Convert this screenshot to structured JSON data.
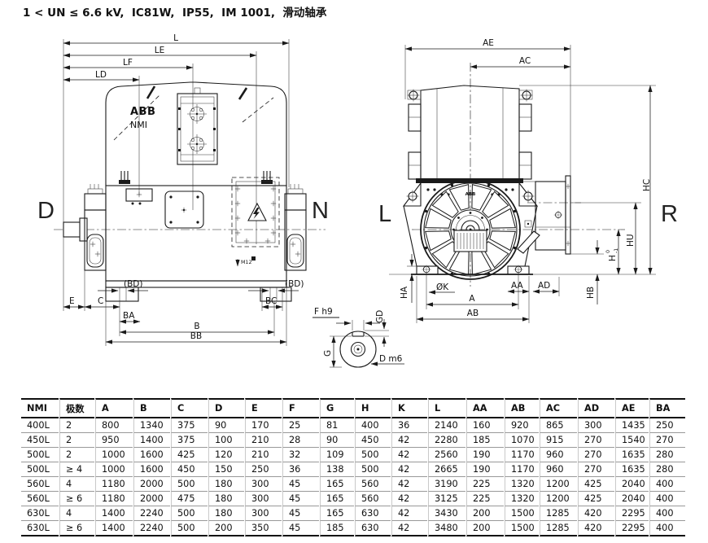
{
  "title": "1 < UN ≤ 6.6 kV,  IC81W,  IP55,  IM 1001,  滑动轴承",
  "drawing": {
    "side": {
      "brand": "ABB",
      "model": "NMI",
      "l": "L",
      "le": "LE",
      "lf": "LF",
      "ld": "LD",
      "d_end": "D",
      "n_end": "N",
      "bd": "(BD)",
      "e": "E",
      "c": "C",
      "ba": "BA",
      "b": "B",
      "bb": "BB",
      "bc": "BC",
      "m12": "M12"
    },
    "end": {
      "ae": "AE",
      "ac": "AC",
      "hc": "HC",
      "hu": "HU",
      "h": "H",
      "h_tol_upper": "0",
      "h_tol_lower": "-1",
      "l_side": "L",
      "r_side": "R",
      "ha": "HA",
      "k": "ØK",
      "a": "A",
      "ab": "AB",
      "aa": "AA",
      "ad": "AD",
      "hb": "HB",
      "brand_small": "ABB"
    },
    "shaft_detail": {
      "f": "F h9",
      "gd": "GD",
      "g": "G",
      "d": "D m6"
    }
  },
  "table": {
    "columns": [
      "NMI",
      "极数",
      "A",
      "B",
      "C",
      "D",
      "E",
      "F",
      "G",
      "H",
      "K",
      "L",
      "AA",
      "AB",
      "AC",
      "AD",
      "AE",
      "BA"
    ],
    "rows": [
      [
        "400L",
        "2",
        "800",
        "1340",
        "375",
        "90",
        "170",
        "25",
        "81",
        "400",
        "36",
        "2140",
        "160",
        "920",
        "865",
        "300",
        "1435",
        "250"
      ],
      [
        "450L",
        "2",
        "950",
        "1400",
        "375",
        "100",
        "210",
        "28",
        "90",
        "450",
        "42",
        "2280",
        "185",
        "1070",
        "915",
        "270",
        "1540",
        "270"
      ],
      [
        "500L",
        "2",
        "1000",
        "1600",
        "425",
        "120",
        "210",
        "32",
        "109",
        "500",
        "42",
        "2560",
        "190",
        "1170",
        "960",
        "270",
        "1635",
        "280"
      ],
      [
        "500L",
        "≥ 4",
        "1000",
        "1600",
        "450",
        "150",
        "250",
        "36",
        "138",
        "500",
        "42",
        "2665",
        "190",
        "1170",
        "960",
        "270",
        "1635",
        "280"
      ],
      [
        "560L",
        "4",
        "1180",
        "2000",
        "500",
        "180",
        "300",
        "45",
        "165",
        "560",
        "42",
        "3190",
        "225",
        "1320",
        "1200",
        "425",
        "2040",
        "400"
      ],
      [
        "560L",
        "≥ 6",
        "1180",
        "2000",
        "475",
        "180",
        "300",
        "45",
        "165",
        "560",
        "42",
        "3125",
        "225",
        "1320",
        "1200",
        "425",
        "2040",
        "400"
      ],
      [
        "630L",
        "4",
        "1400",
        "2240",
        "500",
        "180",
        "300",
        "45",
        "165",
        "630",
        "42",
        "3430",
        "200",
        "1500",
        "1285",
        "420",
        "2295",
        "400"
      ],
      [
        "630L",
        "≥ 6",
        "1400",
        "2240",
        "500",
        "200",
        "350",
        "45",
        "185",
        "630",
        "42",
        "3480",
        "200",
        "1500",
        "1285",
        "420",
        "2295",
        "400"
      ]
    ]
  },
  "colors": {
    "line": "#1a1a1a",
    "table_border": "#111111",
    "row_line": "#999999",
    "col_line": "#c9c9c9"
  }
}
